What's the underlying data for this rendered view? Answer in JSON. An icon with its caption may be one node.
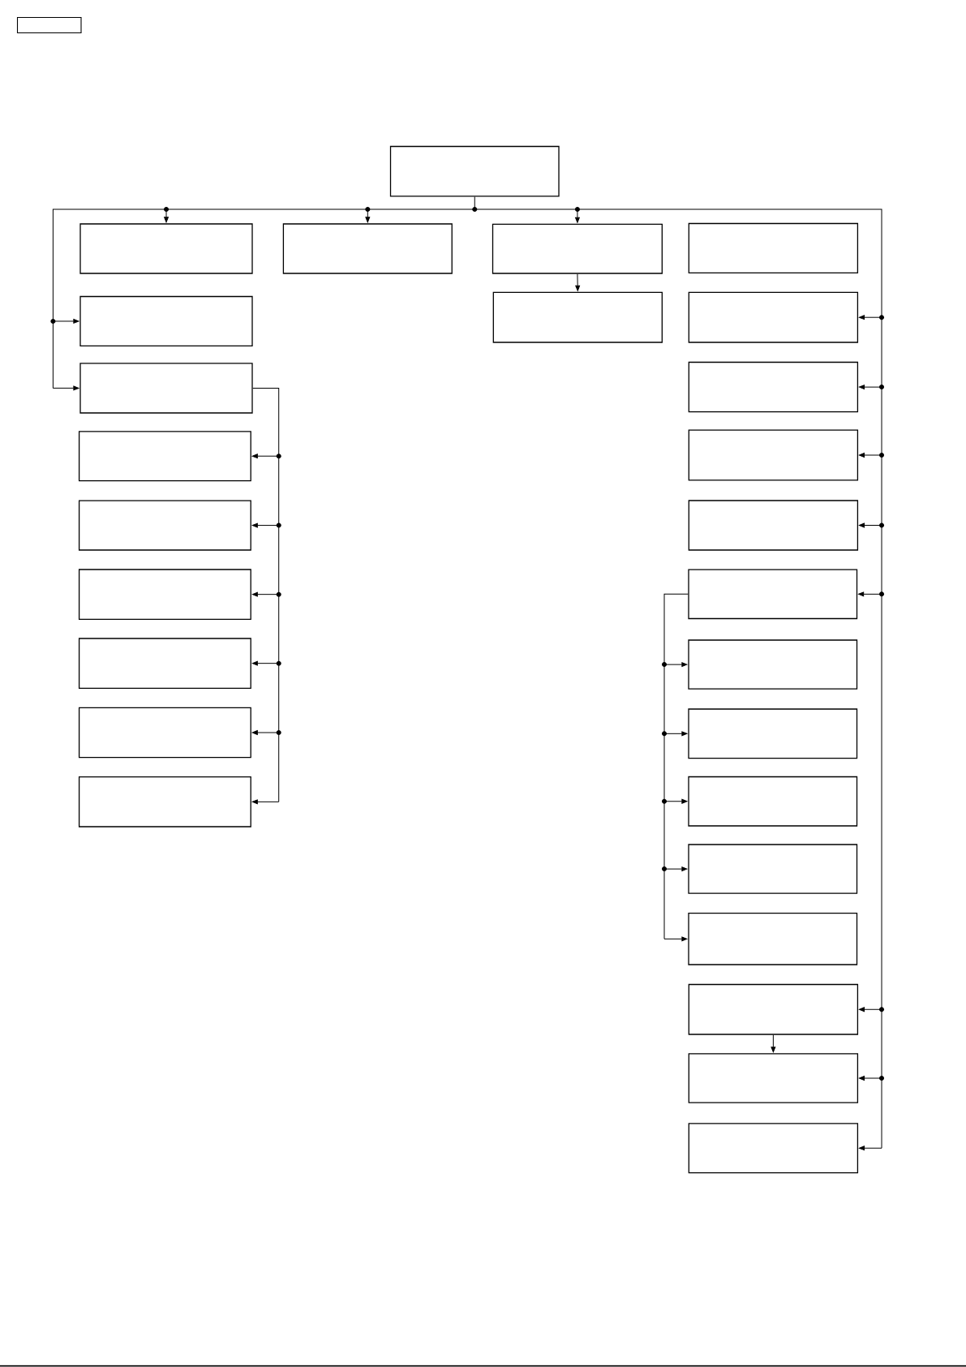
{
  "diagram": {
    "nodes": [
      {
        "text": [],
        "shape": "box"
      },
      {
        "text": [],
        "shape": "box"
      },
      {
        "text": [],
        "shape": "box"
      },
      {
        "text": [],
        "shape": "box"
      },
      {
        "text": [],
        "shape": "box"
      },
      {
        "text": [],
        "shape": "box"
      },
      {
        "text": [],
        "shape": "box"
      },
      {
        "text": [],
        "shape": "box"
      },
      {
        "text": [],
        "shape": "box"
      },
      {
        "text": [],
        "shape": "box"
      },
      {
        "text": [],
        "shape": "box"
      },
      {
        "text": [],
        "shape": "box"
      },
      {
        "text": [],
        "shape": "box"
      },
      {
        "text": [],
        "shape": "box"
      },
      {
        "text": [],
        "shape": "box"
      },
      {
        "text": [],
        "shape": "box"
      },
      {
        "text": [],
        "shape": "box"
      },
      {
        "text": [],
        "shape": "box"
      },
      {
        "text": [],
        "shape": "box"
      },
      {
        "text": [],
        "shape": "box"
      },
      {
        "text": [],
        "shape": "box"
      },
      {
        "text": [],
        "shape": "box"
      },
      {
        "text": [],
        "shape": "box"
      },
      {
        "text": [],
        "shape": "box"
      },
      {
        "text": [],
        "shape": "box"
      },
      {
        "text": [],
        "shape": "box"
      },
      {
        "text": [],
        "shape": "box"
      }
    ],
    "edges": [
      {
        "from": 0,
        "to": 1,
        "arrow": "to"
      },
      {
        "from": 0,
        "to": 2,
        "arrow": "to"
      },
      {
        "from": 0,
        "to": 3,
        "arrow": "to"
      },
      {
        "from": 0,
        "to": 5,
        "arrow": "to"
      },
      {
        "from": 0,
        "to": 6,
        "arrow": "to"
      },
      {
        "from": 0,
        "to": 14,
        "arrow": "to"
      },
      {
        "from": 0,
        "to": 15,
        "arrow": "to"
      },
      {
        "from": 0,
        "to": 16,
        "arrow": "to"
      },
      {
        "from": 0,
        "to": 17,
        "arrow": "to"
      },
      {
        "from": 0,
        "to": 18,
        "arrow": "to"
      },
      {
        "from": 0,
        "to": 24,
        "arrow": "to"
      },
      {
        "from": 0,
        "to": 25,
        "arrow": "to"
      },
      {
        "from": 0,
        "to": 26,
        "arrow": "to"
      },
      {
        "from": 3,
        "to": 13,
        "arrow": "to"
      },
      {
        "from": 6,
        "to": 7,
        "arrow": "to"
      },
      {
        "from": 6,
        "to": 8,
        "arrow": "to"
      },
      {
        "from": 6,
        "to": 9,
        "arrow": "to"
      },
      {
        "from": 6,
        "to": 10,
        "arrow": "to"
      },
      {
        "from": 6,
        "to": 11,
        "arrow": "to"
      },
      {
        "from": 6,
        "to": 12,
        "arrow": "to"
      },
      {
        "from": 18,
        "to": 19,
        "arrow": "to"
      },
      {
        "from": 18,
        "to": 20,
        "arrow": "to"
      },
      {
        "from": 18,
        "to": 21,
        "arrow": "to"
      },
      {
        "from": 18,
        "to": 22,
        "arrow": "to"
      },
      {
        "from": 18,
        "to": 23,
        "arrow": "to"
      },
      {
        "from": 24,
        "to": 25,
        "arrow": "to"
      }
    ]
  }
}
